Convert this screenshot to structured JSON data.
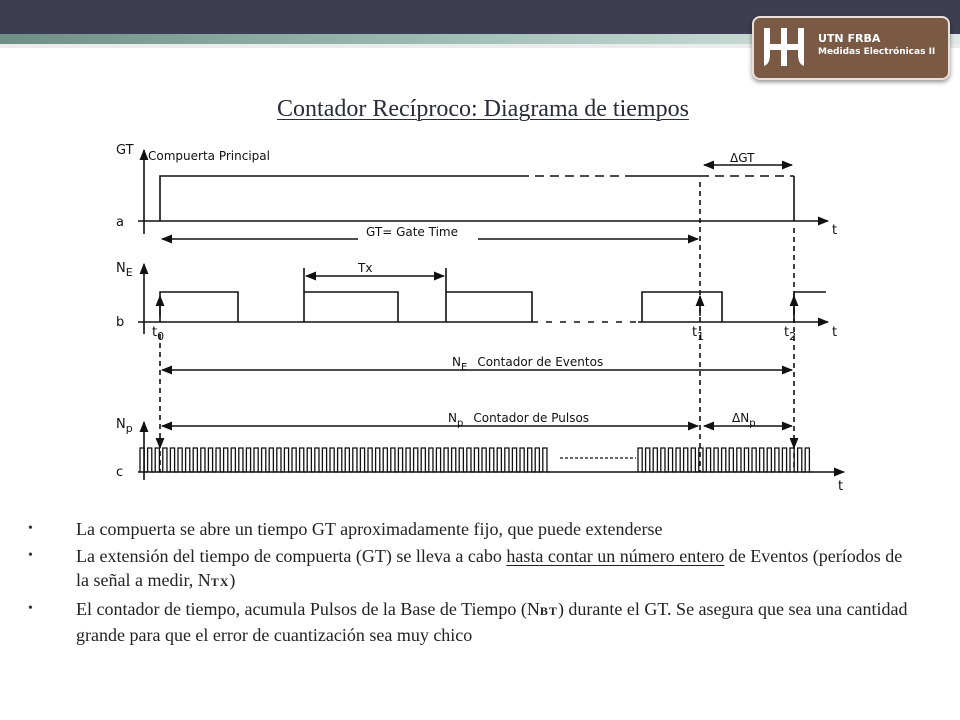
{
  "header": {
    "logo_title": "UTN FRBA",
    "logo_subtitle": "Medidas Electrónicas II"
  },
  "title": "Contador Recíproco: Diagrama de tiempos",
  "diagram": {
    "gt_axis": "GT",
    "gt_name": "Compuerta Principal",
    "delta_gt": "ΔGT",
    "gate_time": "GT= Gate Time",
    "row_a": "a",
    "row_b": "b",
    "row_c": "c",
    "ne_axis": "N",
    "ne_sub": "E",
    "tx": "Tx",
    "t0": "t",
    "t0_sub": "0",
    "t1": "t",
    "t1_sub": "1",
    "t2": "t",
    "t2_sub": "2",
    "t_label": "t",
    "ne_arrow_n": "N",
    "ne_arrow_sub": "E",
    "ne_arrow_text": "Contador de Eventos",
    "np_axis": "N",
    "np_sub": "p",
    "np_arrow_n": "N",
    "np_arrow_sub": "p",
    "np_arrow_text": "Contador de Pulsos",
    "delta_np": "ΔN",
    "delta_np_sub": "p"
  },
  "bullets": [
    {
      "text": "La compuerta se abre un tiempo GT aproximadamente fijo, que puede extenderse"
    },
    {
      "pre": "La extensión del tiempo de compuerta (GT) se lleva a cabo ",
      "underlined": "hasta contar un número entero",
      "post": " de Eventos (períodos de la señal  a medir, N",
      "sub": "TX",
      "end": ")"
    },
    {
      "pre": "El contador de tiempo, acumula Pulsos de la Base de Tiempo (N",
      "sub": "BT",
      "post": ") durante el GT. Se asegura que sea una cantidad grande para que el error de cuantización sea muy chico"
    }
  ]
}
